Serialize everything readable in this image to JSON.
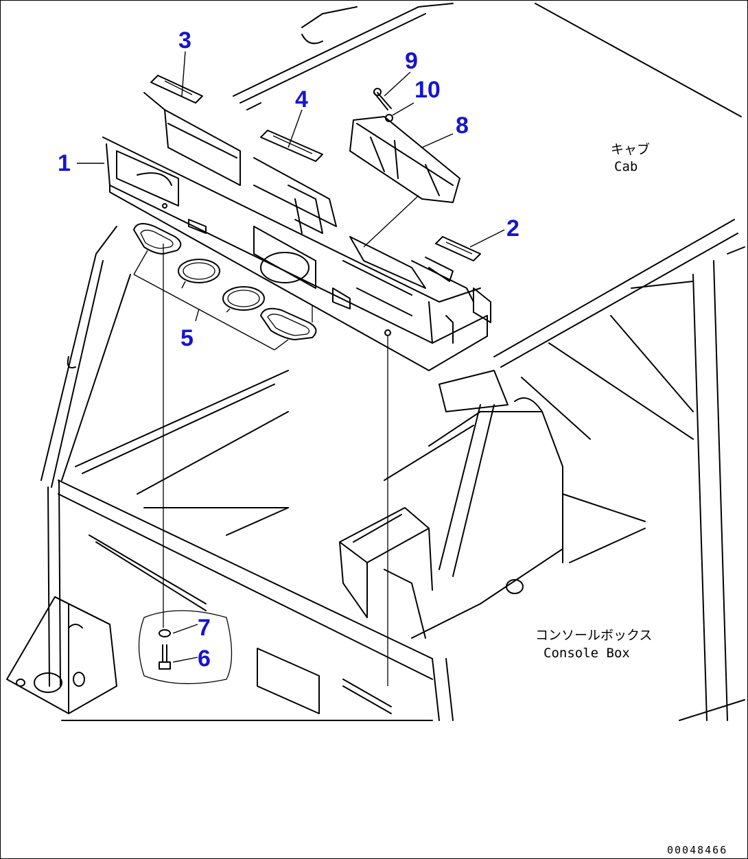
{
  "callouts": [
    {
      "id": "1",
      "label": "1"
    },
    {
      "id": "2",
      "label": "2"
    },
    {
      "id": "3",
      "label": "3"
    },
    {
      "id": "4",
      "label": "4"
    },
    {
      "id": "5",
      "label": "5"
    },
    {
      "id": "6",
      "label": "6"
    },
    {
      "id": "7",
      "label": "7"
    },
    {
      "id": "8",
      "label": "8"
    },
    {
      "id": "9",
      "label": "9"
    },
    {
      "id": "10",
      "label": "10"
    }
  ],
  "captions": {
    "cab_jp": "キャブ",
    "cab_en": "Cab",
    "console_jp": "コンソールボックス",
    "console_en": "Console Box"
  },
  "drawing_number": "00048466",
  "colors": {
    "callout": "#1414d2",
    "line": "#000000",
    "background": "#ffffff"
  }
}
